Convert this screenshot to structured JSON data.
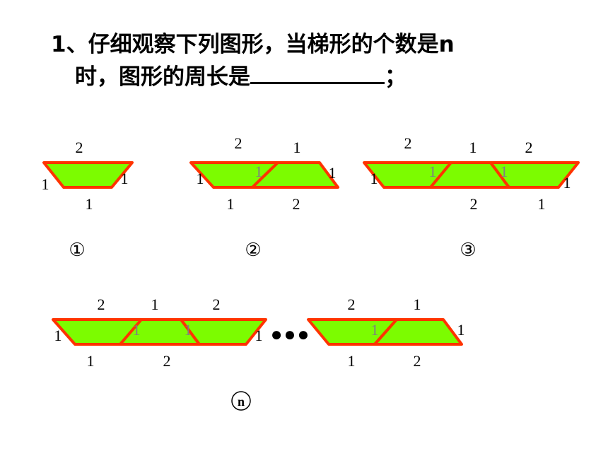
{
  "question": {
    "line1": "1、仔细观察下列图形，当梯形的个数是n",
    "line2_prefix": "时，图形的周长是",
    "line2_suffix": "；"
  },
  "colors": {
    "fill": "#7CFC00",
    "stroke": "#FF3300",
    "label": "#000000",
    "inner_label": "#808080"
  },
  "figure_labels": [
    "①",
    "②",
    "③",
    "n"
  ],
  "edge_labels": {
    "fig1": [
      "2",
      "1",
      "1",
      "1"
    ],
    "fig2": [
      "2",
      "1",
      "1",
      "1",
      "1",
      "1",
      "2"
    ],
    "fig3": [
      "2",
      "1",
      "2",
      "1",
      "1",
      "1",
      "1",
      "2",
      "1"
    ],
    "fign": [
      "2",
      "1",
      "2",
      "1",
      "1",
      "1",
      "1",
      "2",
      "2",
      "1",
      "1",
      "1",
      "1",
      "2"
    ]
  },
  "ellipsis": "●●●"
}
